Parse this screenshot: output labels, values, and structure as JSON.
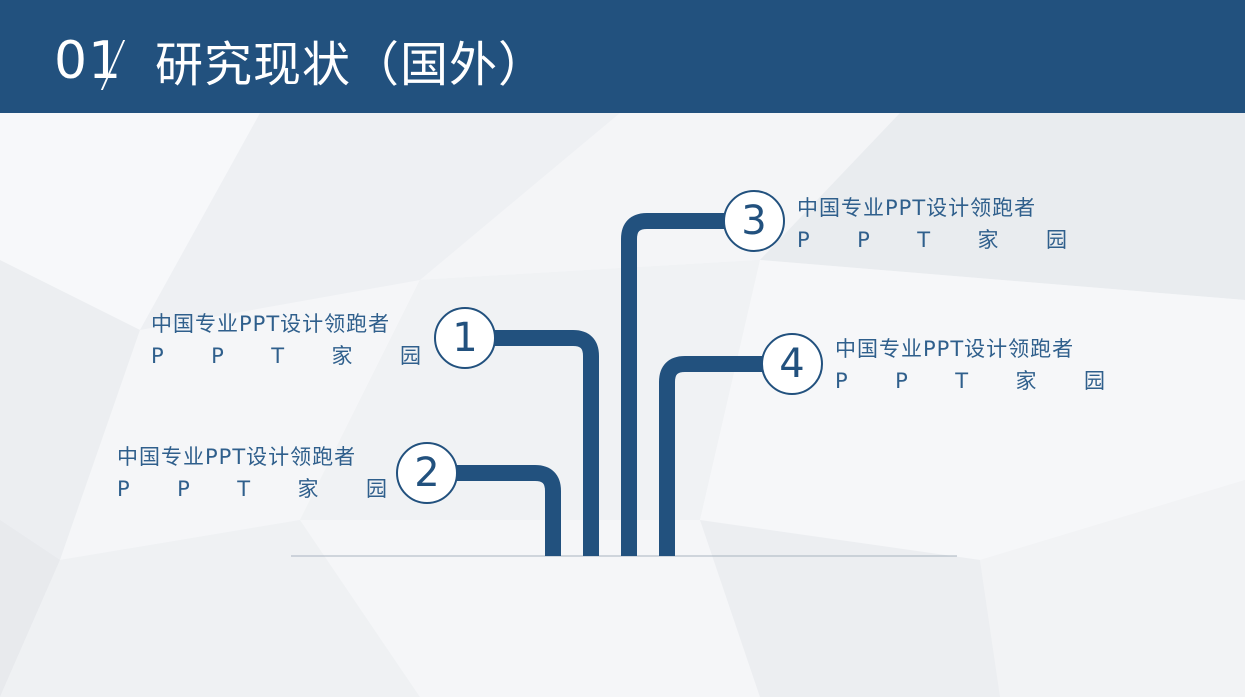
{
  "header": {
    "number": "01",
    "title": "研究现状（国外）",
    "bg_color": "#22517e"
  },
  "accent_color": "#22517e",
  "nodes": [
    {
      "number": "1",
      "line1": "中国专业PPT设计领跑者",
      "line2": [
        "P",
        "P",
        "T",
        "家",
        "园"
      ]
    },
    {
      "number": "2",
      "line1": "中国专业PPT设计领跑者",
      "line2": [
        "P",
        "P",
        "T",
        "家",
        "园"
      ]
    },
    {
      "number": "3",
      "line1": "中国专业PPT设计领跑者",
      "line2": [
        "P",
        "P",
        "T",
        "家",
        "园"
      ]
    },
    {
      "number": "4",
      "line1": "中国专业PPT设计领跑者",
      "line2": [
        "P",
        "P",
        "T",
        "家",
        "园"
      ]
    }
  ]
}
